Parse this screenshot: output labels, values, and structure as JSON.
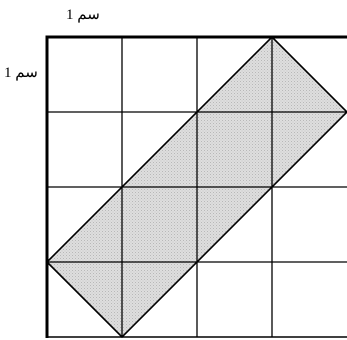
{
  "labels": {
    "top_unit": "1 سم",
    "left_unit": "1 سم"
  },
  "grid": {
    "columns": 4,
    "rows": 4,
    "line_color": "#000000"
  },
  "shape": {
    "type": "rectangle",
    "vertices_grid": [
      [
        0,
        3
      ],
      [
        1,
        4
      ],
      [
        4,
        1
      ],
      [
        3,
        0
      ]
    ],
    "fill_color": "#d9d9d9",
    "stroke_color": "#000000"
  }
}
